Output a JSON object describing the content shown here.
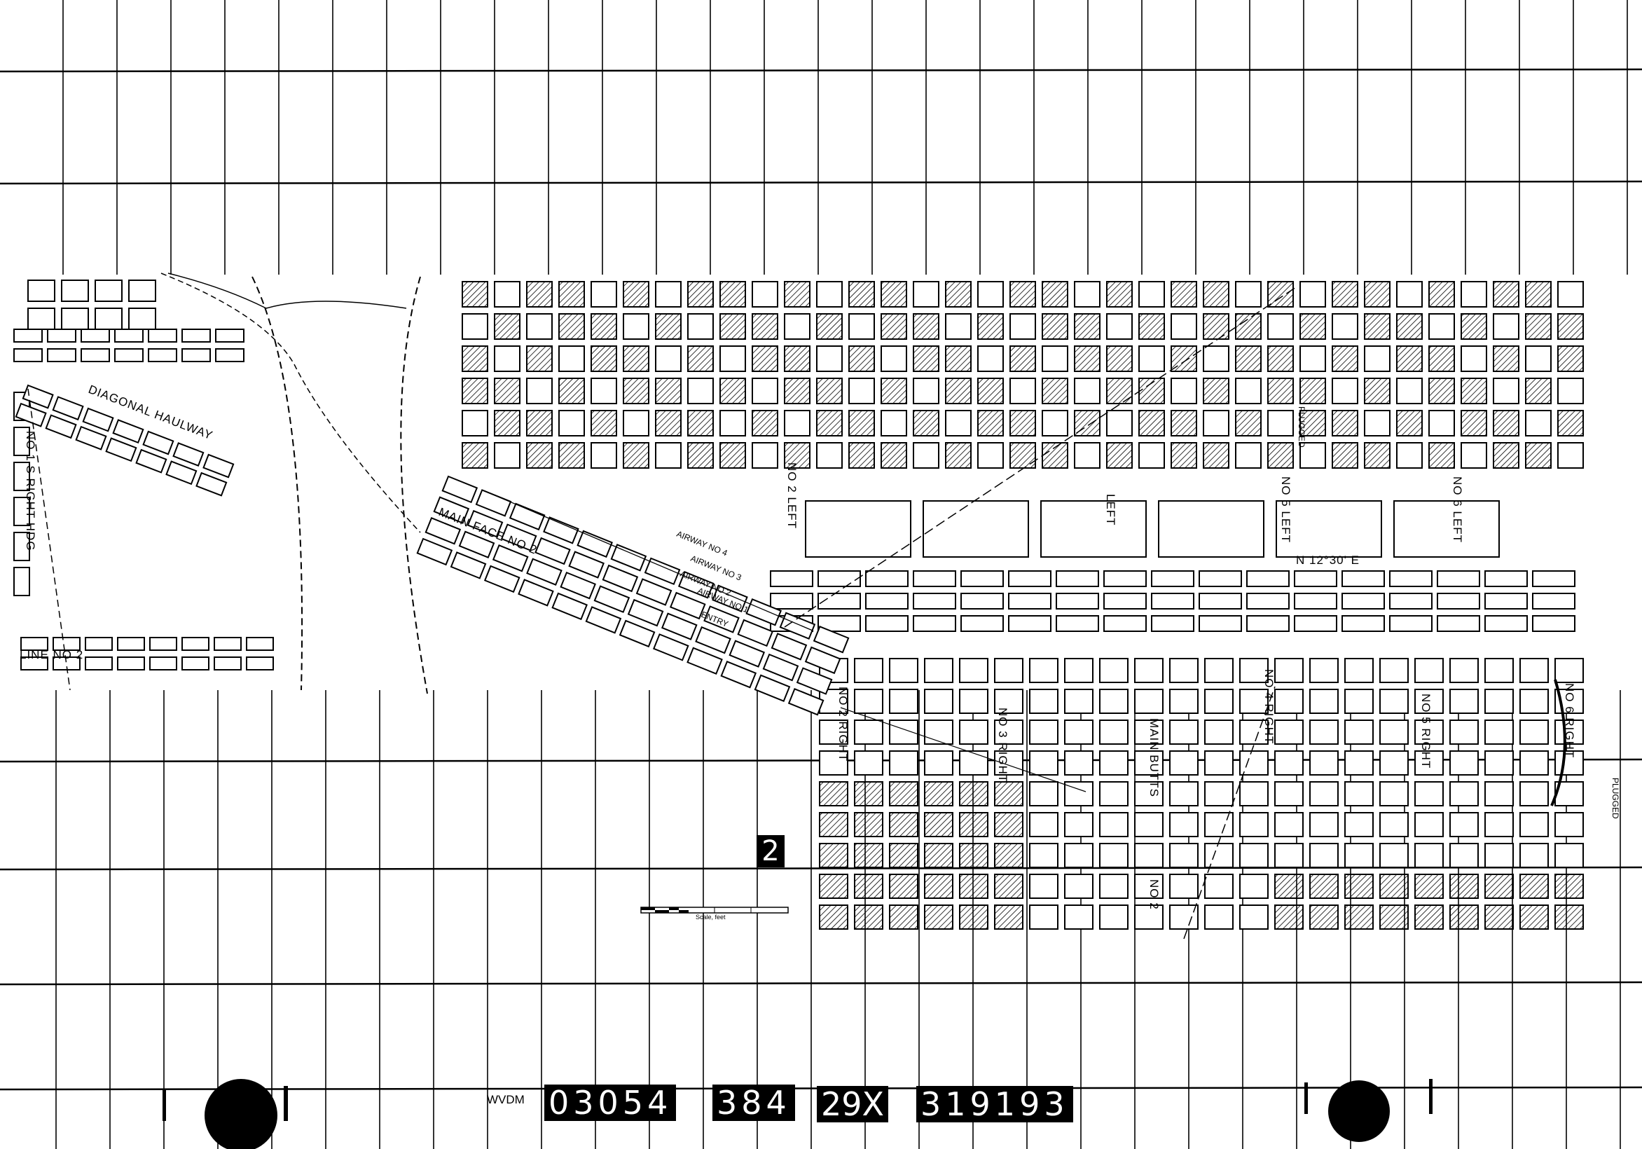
{
  "map": {
    "sheet_number": "2",
    "scale_label": "Scale, feet",
    "labels": {
      "diagonal_haulway": "DIAGONAL HAULWAY",
      "main_face": "MAIN FACE NO 2",
      "airway_4": "AIRWAY NO 4",
      "airway_3": "AIRWAY NO 3",
      "airway_2": "AIRWAY NO 2",
      "airway_1": "AIRWAY NO 1",
      "entry": "ENTRY",
      "no1_right_hdg": "NO 1 S RIGHT HDG",
      "line_no2": "LINE NO 2",
      "no2_left": "NO 2 LEFT",
      "no4_left": "LEFT",
      "no5_left": "NO 5 LEFT",
      "no6_left": "NO 6 LEFT",
      "bearing": "N 12°30' E",
      "no2_right": "NO 2 RIGHT",
      "no3_right": "NO 3 RIGHT",
      "no4_right": "NO 4 RIGHT",
      "no5_right": "NO 5 RIGHT",
      "no6_right": "NO 6 RIGHT",
      "main_butts": "MAIN BUTTS",
      "no2_butts": "NO 2",
      "plugged": "PLUGGED",
      "plugged_2": "PLUGGED"
    }
  },
  "film_code": {
    "prefix": "WVDM",
    "groups": [
      "03054",
      "384",
      "29X",
      "319193"
    ]
  },
  "colors": {
    "ink": "#000000",
    "paper": "#ffffff"
  }
}
